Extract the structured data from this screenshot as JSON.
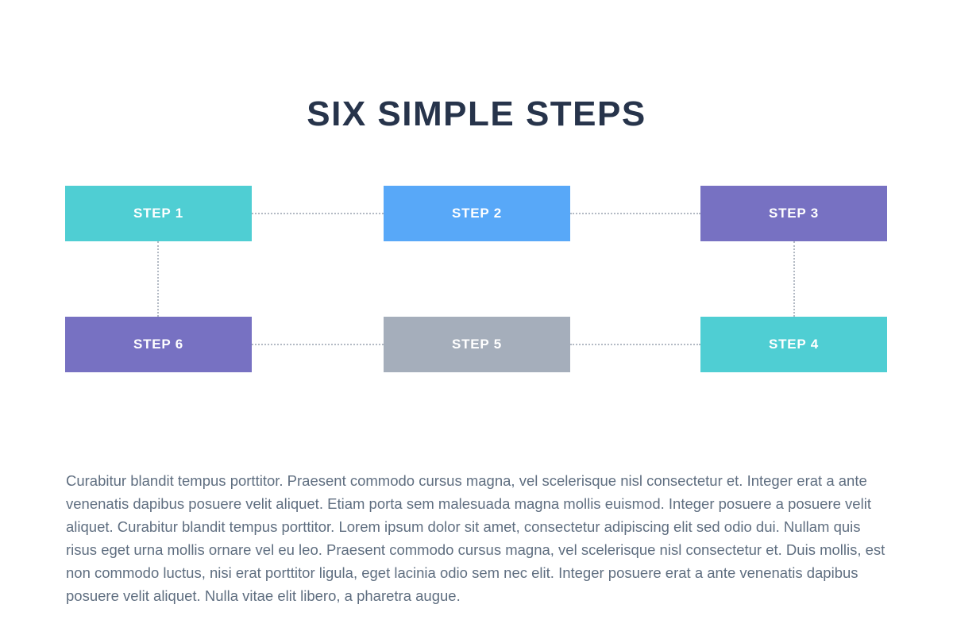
{
  "title": "SIX SIMPLE STEPS",
  "steps": [
    {
      "label": "STEP 1",
      "color": "#4fced3"
    },
    {
      "label": "STEP 2",
      "color": "#58a8f8"
    },
    {
      "label": "STEP 3",
      "color": "#7771c2"
    },
    {
      "label": "STEP 4",
      "color": "#4fced3"
    },
    {
      "label": "STEP 5",
      "color": "#a5aebb"
    },
    {
      "label": "STEP 6",
      "color": "#7771c2"
    }
  ],
  "body_text": "Curabitur blandit tempus porttitor. Praesent commodo cursus magna, vel scelerisque nisl consectetur et. Integer erat a ante venenatis dapibus posuere velit aliquet. Etiam porta sem malesuada magna mollis euismod. Integer posuere a posuere velit aliquet. Curabitur blandit tempus porttitor. Lorem ipsum dolor sit amet, consectetur adipiscing elit sed odio dui. Nullam quis risus eget urna mollis ornare vel eu leo. Praesent commodo cursus magna, vel scelerisque nisl consectetur et. Duis mollis, est non commodo luctus, nisi erat porttitor ligula, eget lacinia odio sem nec elit. Integer posuere erat a ante venenatis dapibus posuere velit aliquet. Nulla vitae elit libero, a pharetra augue.",
  "colors": {
    "title": "#27344b",
    "body_text": "#5f6e80",
    "connector": "#b3bac4",
    "background": "#ffffff"
  }
}
